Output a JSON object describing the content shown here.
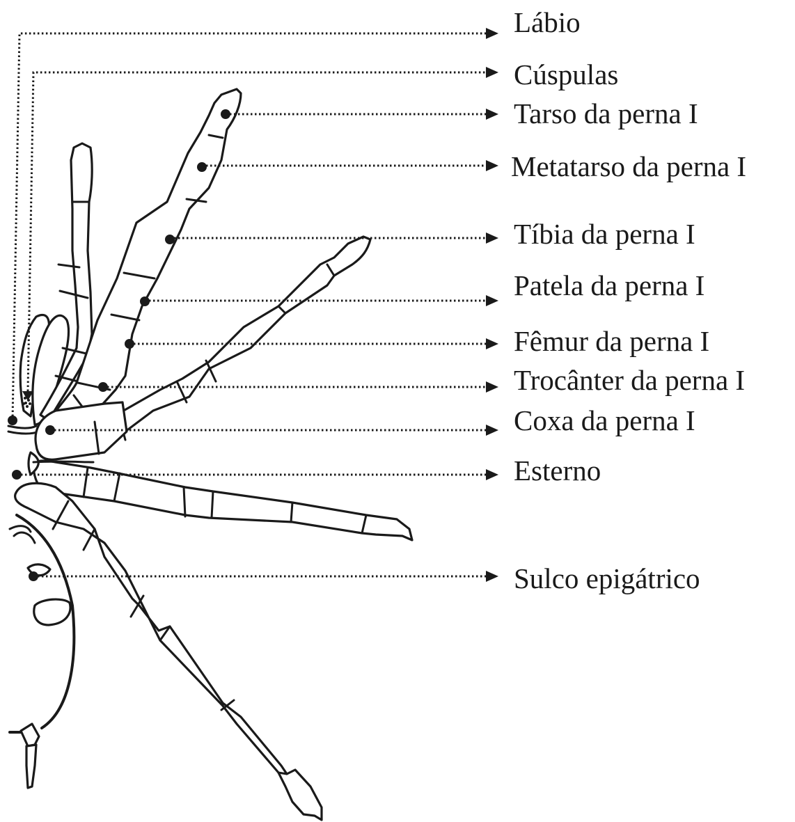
{
  "labels": {
    "labio": "Lábio",
    "cuspulas": "Cúspulas",
    "tarso": "Tarso da perna I",
    "metatarso": "Metatarso da perna I",
    "tibia": "Tíbia da perna I",
    "patela": "Patela da perna I",
    "femur": "Fêmur da perna I",
    "trocanter": "Trocânter da perna I",
    "coxa": "Coxa da perna I",
    "esterno": "Esterno",
    "sulco": "Sulco epigátrico"
  }
}
